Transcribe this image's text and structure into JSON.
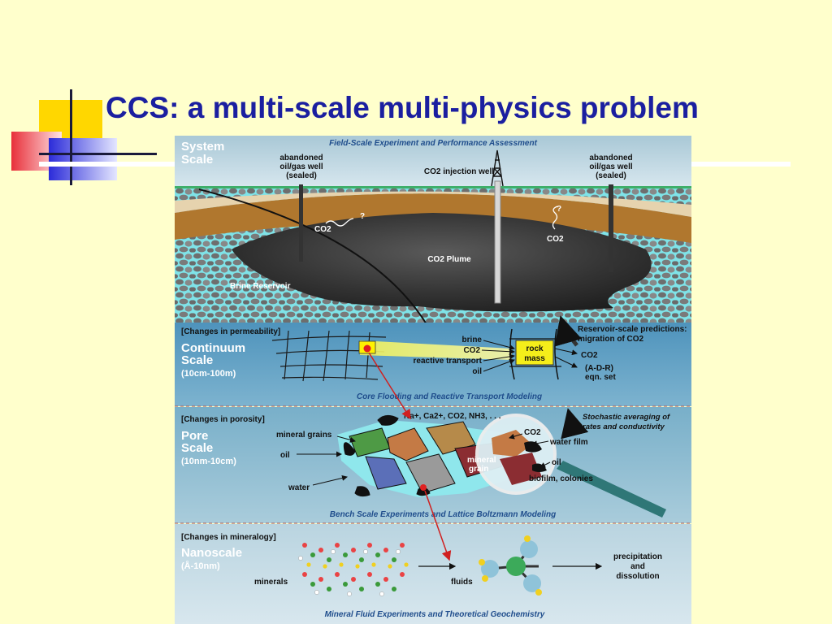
{
  "slide": {
    "title": "CCS: a multi-scale multi-physics problem",
    "colors": {
      "title": "#1B1FA0",
      "background": "#FFFFCC",
      "accent_yellow": "#FFD700",
      "accent_blue": "#2B2BD9",
      "accent_red": "#E8303A"
    }
  },
  "figure": {
    "system": {
      "title_line1": "System",
      "title_line2": "Scale",
      "caption": "Field-Scale Experiment and Performance Assessment",
      "left_well_line1": "abandoned",
      "left_well_line2": "oil/gas well",
      "left_well_line3": "(sealed)",
      "center_well": "CO2 injection well",
      "right_well_line1": "abandoned",
      "right_well_line2": "oil/gas well",
      "right_well_line3": "(sealed)",
      "leak_left_label": "CO2",
      "leak_left_q": "?",
      "leak_right_label": "CO2",
      "leak_right_q": "?",
      "plume": "CO2 Plume",
      "brine": "Brine Reservoir"
    },
    "continuum": {
      "tag": "[Changes in permeability]",
      "title_line1": "Continuum",
      "title_line2": "Scale",
      "range": "(10cm-100m)",
      "inputs": [
        "brine",
        "CO2",
        "reactive transport",
        "oil"
      ],
      "box_line1": "rock",
      "box_line2": "mass",
      "prediction_line1": "Reservoir-scale predictions:",
      "prediction_line2": "migration of CO2",
      "out_co2": "CO2",
      "out_adr_line1": "(A-D-R)",
      "out_adr_line2": "eqn. set",
      "caption": "Core Flooding and Reactive Transport Modeling"
    },
    "pore": {
      "tag": "[Changes in porosity]",
      "title_line1": "Pore",
      "title_line2": "Scale",
      "range": "(10nm-10cm)",
      "ions": "Na+, Ca2+, CO2, NH3, . . .",
      "stochastic_line1": "Stochastic averaging of",
      "stochastic_line2": "rates and conductivity",
      "mineral_grains": "mineral grains",
      "oil_left": "oil",
      "water": "water",
      "co2": "CO2",
      "water_film": "water film",
      "mineral_grain_line1": "mineral",
      "mineral_grain_line2": "grain",
      "oil_right": "oil",
      "biofilm": "biofilm, colonies",
      "caption": "Bench Scale Experiments and Lattice Boltzmann Modeling"
    },
    "nano": {
      "tag": "[Changes in mineralogy]",
      "title": "Nanoscale",
      "range": "(Å-10nm)",
      "minerals": "minerals",
      "fluids": "fluids",
      "out_line1": "precipitation",
      "out_line2": "and",
      "out_line3": "dissolution",
      "caption": "Mineral Fluid Experiments and Theoretical Geochemistry"
    }
  }
}
